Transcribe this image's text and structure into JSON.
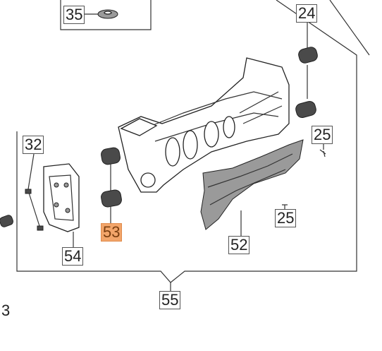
{
  "diagram": {
    "labels": {
      "p35": "35",
      "p24": "24",
      "p25a": "25",
      "p25b": "25",
      "p32": "32",
      "p53": "53",
      "p52": "52",
      "p54": "54",
      "p55": "55",
      "edge_left": "3"
    },
    "highlight_color": "#f2a56a"
  }
}
